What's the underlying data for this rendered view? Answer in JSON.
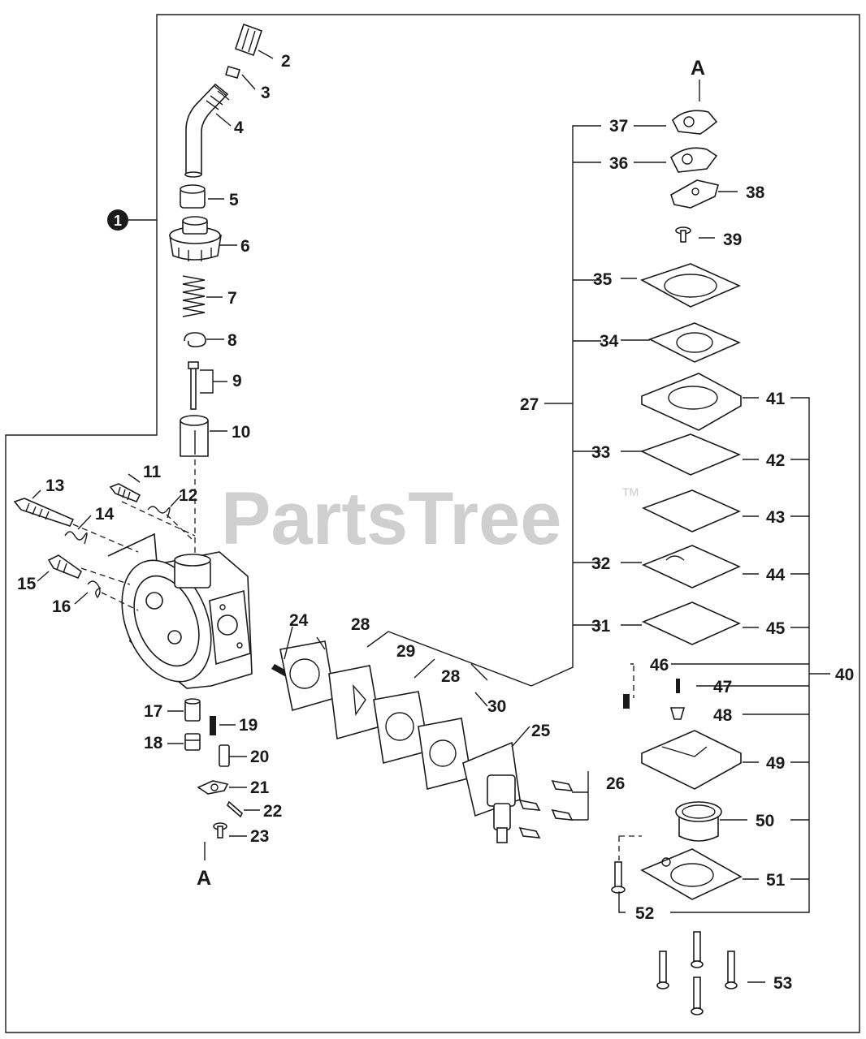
{
  "watermark": {
    "text": "PartsTree",
    "trademark": "TM"
  },
  "assembly_marker": "1",
  "reference_labels": [
    "A",
    "A"
  ],
  "callouts": [
    "2",
    "3",
    "4",
    "5",
    "6",
    "7",
    "8",
    "9",
    "10",
    "11",
    "12",
    "13",
    "14",
    "15",
    "16",
    "17",
    "18",
    "19",
    "20",
    "21",
    "22",
    "23",
    "24",
    "25",
    "26",
    "27",
    "28",
    "28",
    "29",
    "30",
    "31",
    "32",
    "33",
    "34",
    "35",
    "36",
    "37",
    "38",
    "39",
    "40",
    "41",
    "42",
    "43",
    "44",
    "45",
    "46",
    "47",
    "48",
    "49",
    "50",
    "51",
    "52",
    "53"
  ],
  "colors": {
    "line": "#1a1a1a",
    "watermark": "#cfcfcf",
    "background": "#ffffff"
  }
}
